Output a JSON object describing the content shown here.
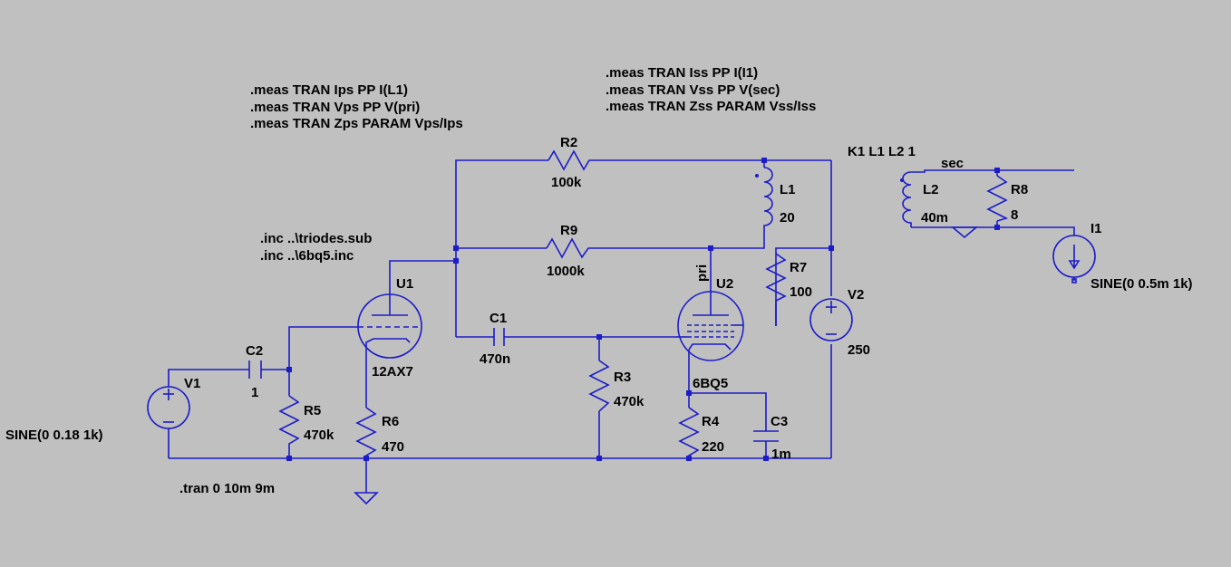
{
  "directives": {
    "meas_primary": [
      ".meas TRAN Ips PP I(L1)",
      ".meas TRAN Vps PP V(pri)",
      ".meas TRAN Zps PARAM Vps/Ips"
    ],
    "meas_secondary": [
      ".meas TRAN Iss PP I(I1)",
      ".meas TRAN Vss PP V(sec)",
      ".meas TRAN Zss PARAM Vss/Iss"
    ],
    "includes": [
      ".inc ..\\triodes.sub",
      ".inc ..\\6bq5.inc"
    ],
    "coupling": "K1 L1 L2 1",
    "tran": ".tran 0 10m 9m"
  },
  "nets": {
    "pri": "pri",
    "sec": "sec"
  },
  "components": {
    "R2": {
      "ref": "R2",
      "value": "100k"
    },
    "R9": {
      "ref": "R9",
      "value": "1000k"
    },
    "L1": {
      "ref": "L1",
      "value": "20"
    },
    "L2": {
      "ref": "L2",
      "value": "40m"
    },
    "R8": {
      "ref": "R8",
      "value": "8"
    },
    "I1": {
      "ref": "I1",
      "value": "SINE(0 0.5m 1k)"
    },
    "R7": {
      "ref": "R7",
      "value": "100"
    },
    "V2": {
      "ref": "V2",
      "value": "250"
    },
    "U1": {
      "ref": "U1",
      "value": "12AX7"
    },
    "U2": {
      "ref": "U2",
      "value": "6BQ5"
    },
    "C1": {
      "ref": "C1",
      "value": "470n"
    },
    "C2": {
      "ref": "C2",
      "value": "1"
    },
    "C3": {
      "ref": "C3",
      "value": "1m"
    },
    "R3": {
      "ref": "R3",
      "value": "470k"
    },
    "R4": {
      "ref": "R4",
      "value": "220"
    },
    "R5": {
      "ref": "R5",
      "value": "470k"
    },
    "R6": {
      "ref": "R6",
      "value": "470"
    },
    "V1": {
      "ref": "V1",
      "value": "SINE(0 0.18 1k)"
    }
  },
  "colors": {
    "background": "#c0c0c0",
    "wire": "#1c1cc8",
    "text": "#000000"
  }
}
